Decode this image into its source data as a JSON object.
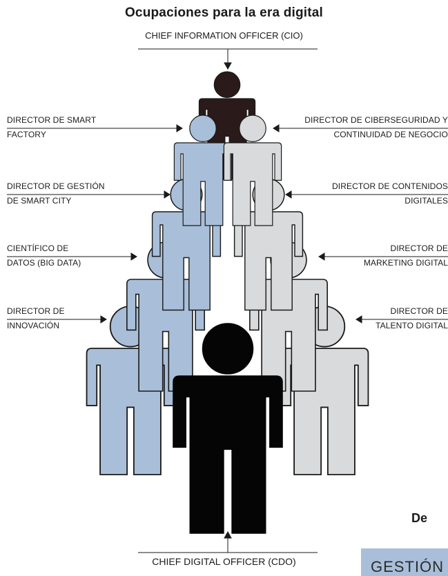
{
  "title": "Ocupaciones para la era digital",
  "top_role": "Chief Information Officer (CIO)",
  "bottom_role": "Chief Digital Officer (CDO)",
  "left_roles": [
    {
      "line1": "Director de smart",
      "line2": "factory"
    },
    {
      "line1": "Director de gestión",
      "line2": "de smart city"
    },
    {
      "line1": "Científico de",
      "line2": "datos (big data)"
    },
    {
      "line1": "Director de",
      "line2": "innovación"
    }
  ],
  "right_roles": [
    {
      "line1": "Director de ciberseguridad y",
      "line2": "continuidad de negocio"
    },
    {
      "line1": "Director de contenidos",
      "line2": "digitales"
    },
    {
      "line1": "Director de",
      "line2": "marketing digital"
    },
    {
      "line1": "Director de",
      "line2": "talento digital"
    }
  ],
  "cut_heading": "De",
  "cut_box_label": "GESTIÓN",
  "colors": {
    "blue_figure": "#a9bfd9",
    "gray_figure": "#d9dadc",
    "top_figure": "#2a1a1a",
    "bottom_figure": "#050505",
    "line": "#1a1a1a"
  }
}
